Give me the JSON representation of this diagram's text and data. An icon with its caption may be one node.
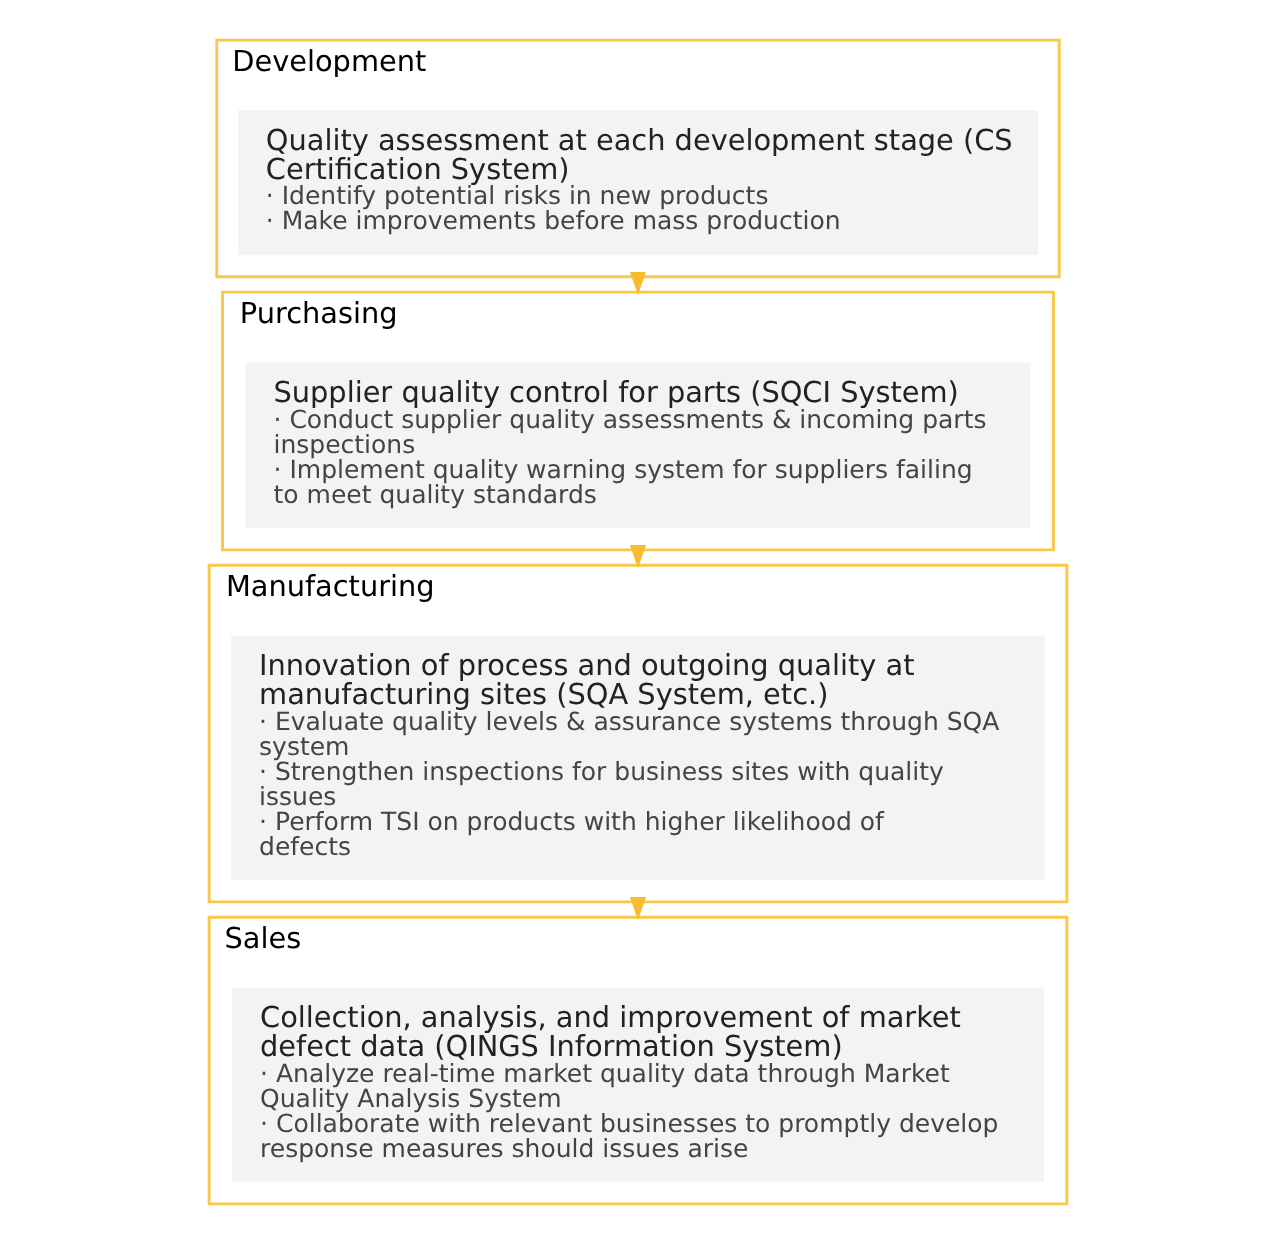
{
  "diagram": {
    "nodes": [
      {
        "text": [
          "Development"
        ]
      },
      {
        "text": [
          "Quality assessment at each development stage (CS Certification System)",
          "· Identify potential risks in new products",
          "· Make improvements before mass production"
        ],
        "in": 0
      },
      {
        "text": [
          "Purchasing"
        ]
      },
      {
        "text": [
          "Supplier quality control for parts (SQCI System)",
          "· Conduct supplier quality assessments & incoming parts inspections",
          "· Implement quality warning system for suppliers failing to meet quality standards"
        ],
        "in": 2
      },
      {
        "text": [
          "Manufacturing"
        ]
      },
      {
        "text": [
          "Innovation of process and outgoing quality at manufacturing sites (SQA System, etc.)",
          "· Evaluate quality levels & assurance systems through SQA system",
          "· Strengthen inspections for business sites with quality issues",
          "· Perform TSI on products with higher likelihood of defects"
        ],
        "in": 4
      },
      {
        "text": [
          "Sales"
        ]
      },
      {
        "text": [
          "Collection, analysis, and improvement of market defect data (QINGS Information System)",
          "· Analyze real-time market quality data through Market Quality Analysis System",
          "· Collaborate with relevant businesses to promptly develop response measures should issues arise"
        ],
        "in": 6
      }
    ],
    "edges": [
      {
        "from": 0,
        "to": 2,
        "arrow": "to",
        "style": "dashed"
      },
      {
        "from": 2,
        "to": 4,
        "arrow": "to",
        "style": "dashed"
      },
      {
        "from": 4,
        "to": 6,
        "arrow": "to",
        "style": "dashed"
      }
    ]
  }
}
